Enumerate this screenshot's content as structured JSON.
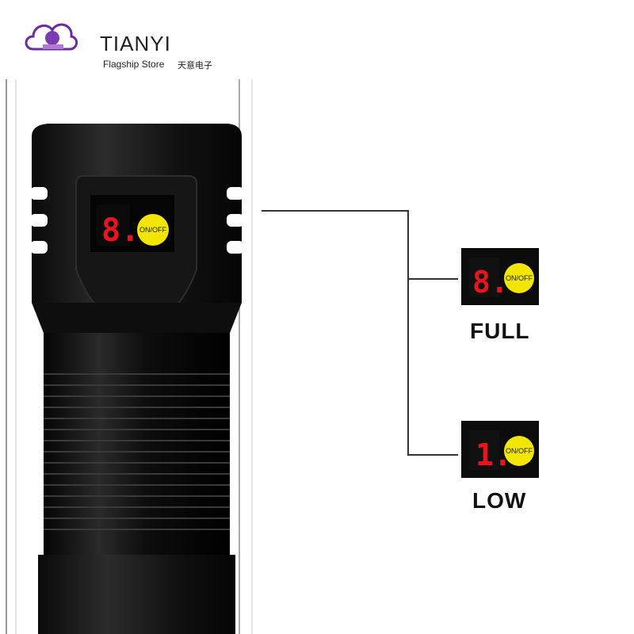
{
  "store": {
    "brand_name": "TIANYI",
    "subtitle": "Flagship Store",
    "chinese_name": "天意电子"
  },
  "device": {
    "button_label": "ON/OFF",
    "display_digit": "8."
  },
  "indicators": [
    {
      "state_label": "FULL",
      "display_digit": "8.",
      "button_label": "ON/OFF"
    },
    {
      "state_label": "LOW",
      "display_digit": "1.",
      "button_label": "ON/OFF"
    }
  ],
  "colors": {
    "led_red": "#e8141e",
    "button_yellow": "#f2e600",
    "body_black": "#111111"
  }
}
